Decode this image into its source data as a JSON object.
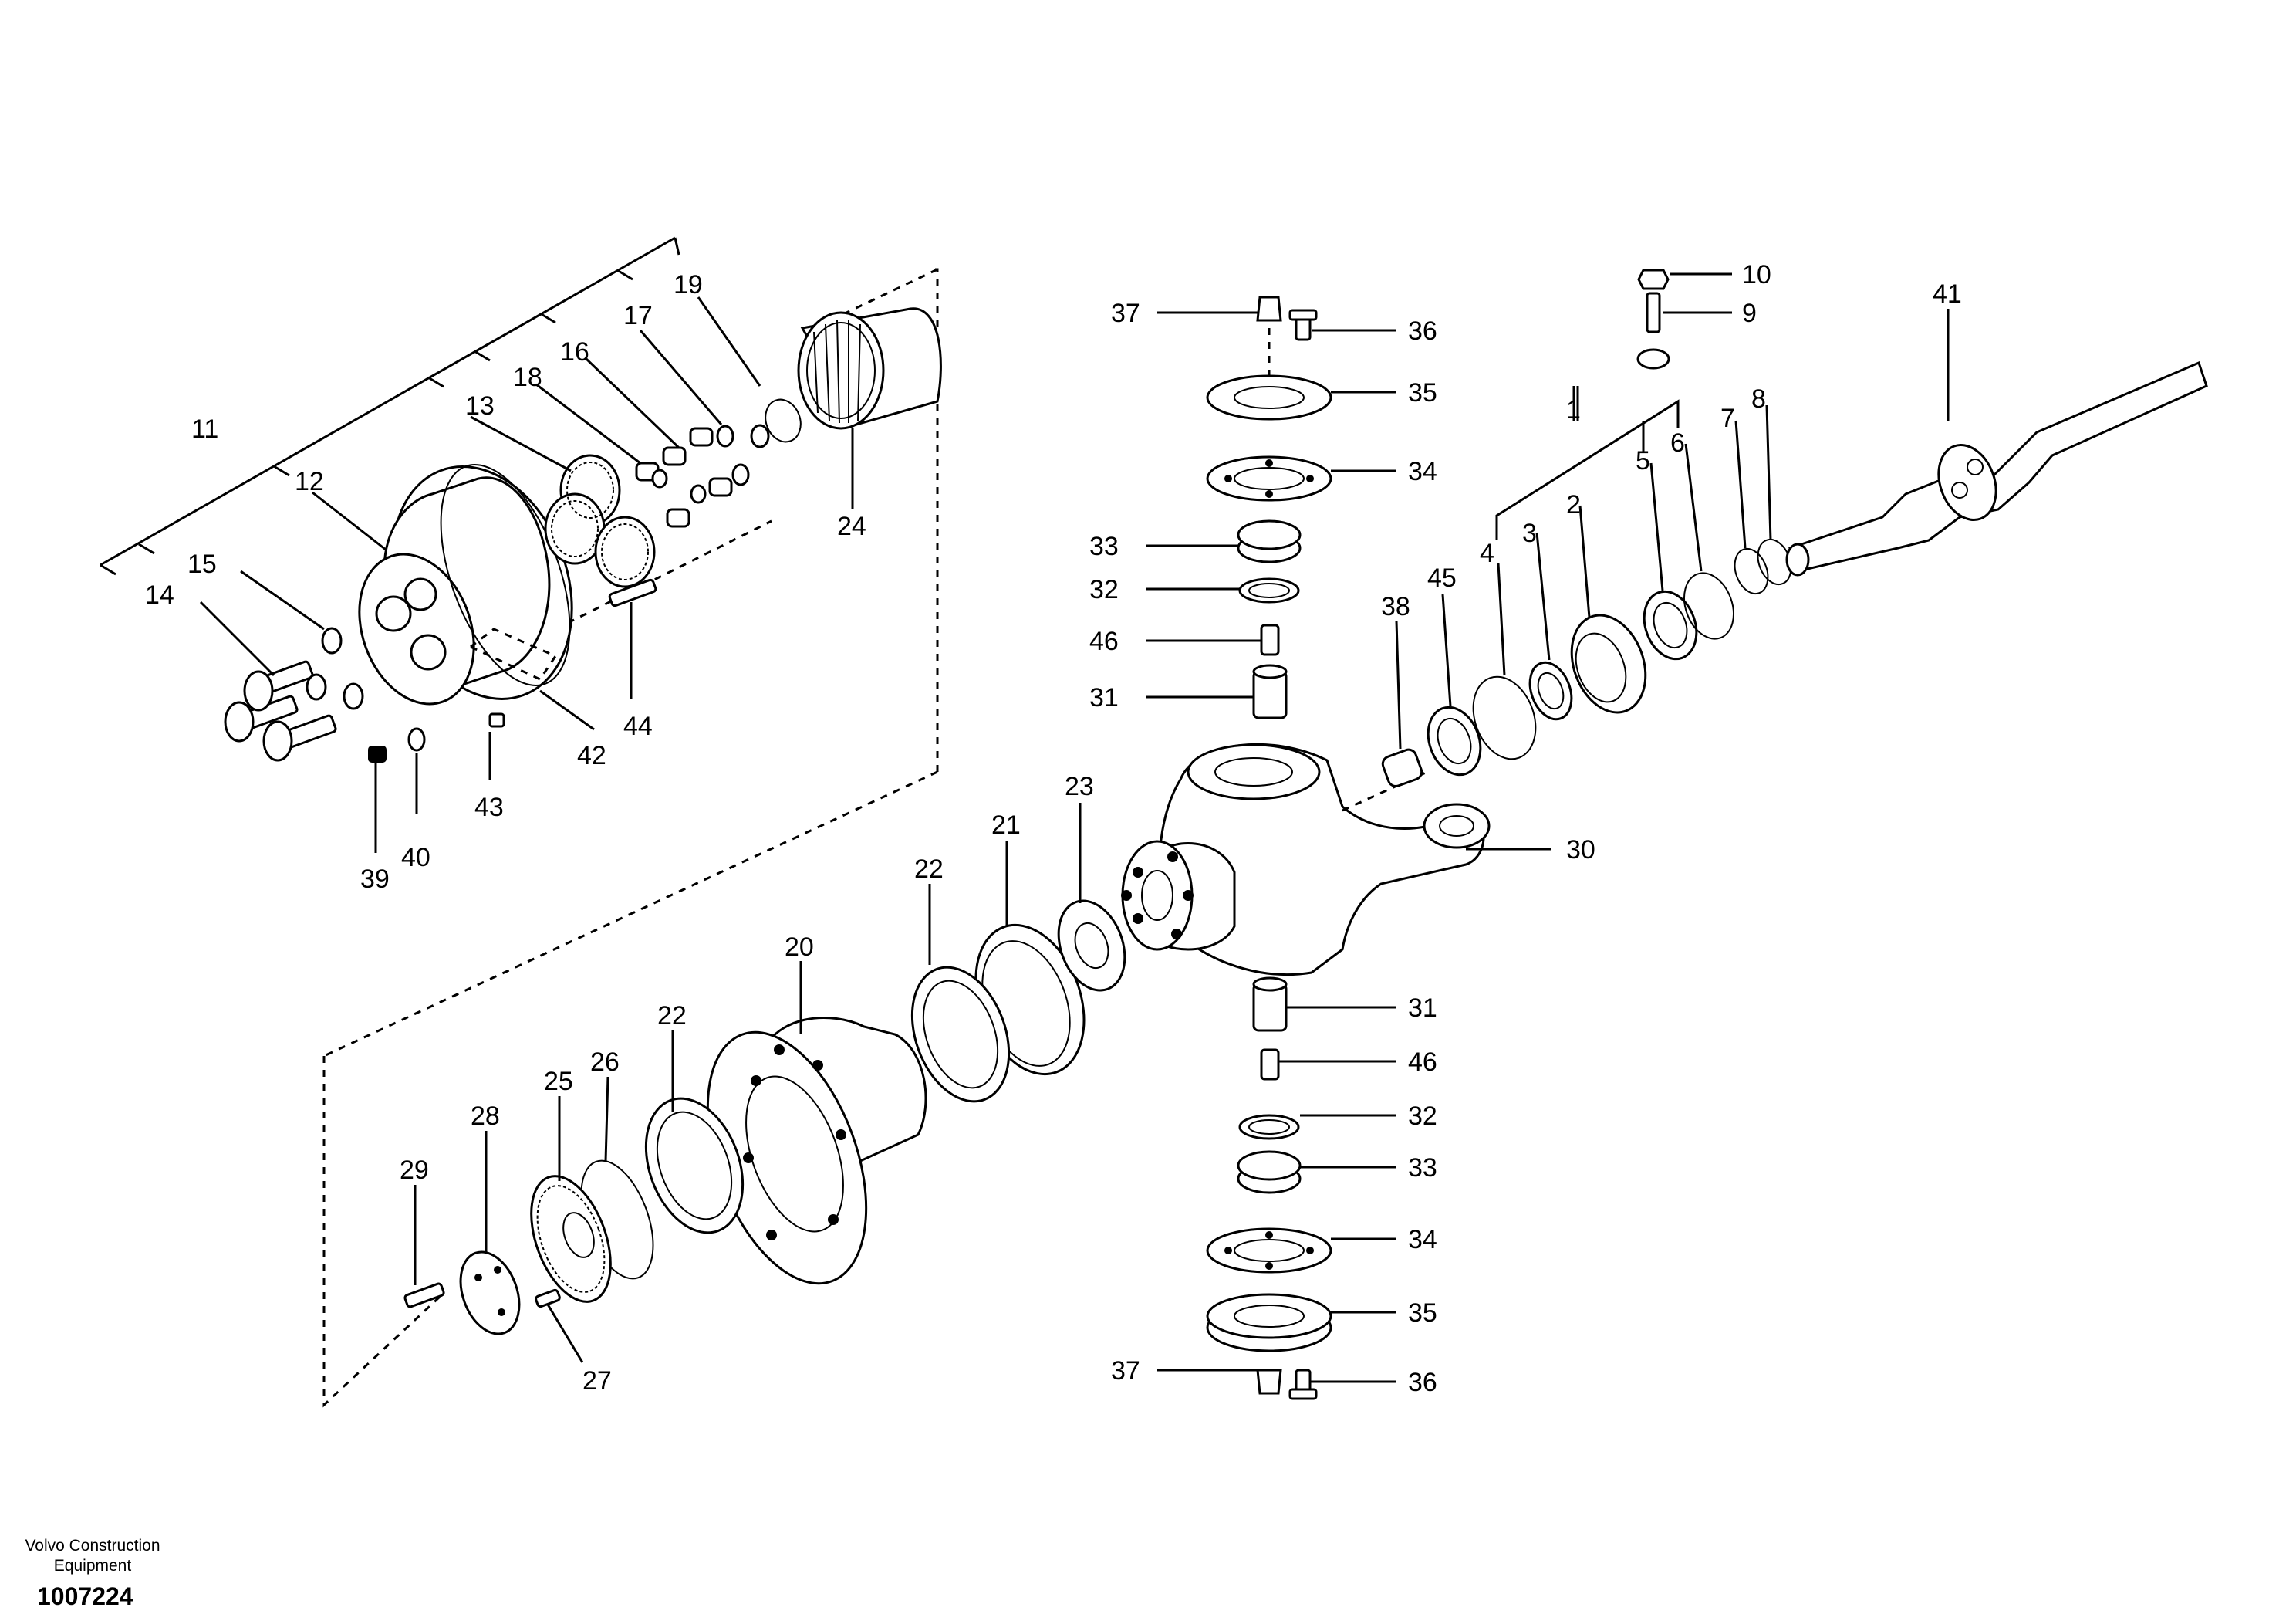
{
  "diagram": {
    "callouts": [
      "1",
      "2",
      "3",
      "4",
      "5",
      "6",
      "7",
      "8",
      "9",
      "10",
      "11",
      "12",
      "13",
      "14",
      "15",
      "16",
      "17",
      "18",
      "19",
      "20",
      "21",
      "22",
      "22",
      "23",
      "24",
      "25",
      "26",
      "27",
      "28",
      "29",
      "30",
      "31",
      "31",
      "32",
      "32",
      "33",
      "33",
      "34",
      "34",
      "35",
      "35",
      "36",
      "36",
      "37",
      "37",
      "38",
      "39",
      "40",
      "41",
      "42",
      "43",
      "44",
      "45",
      "46",
      "46"
    ]
  },
  "footer": {
    "brand_line1": "Volvo Construction",
    "brand_line2": "Equipment",
    "reference_number": "1007224"
  }
}
